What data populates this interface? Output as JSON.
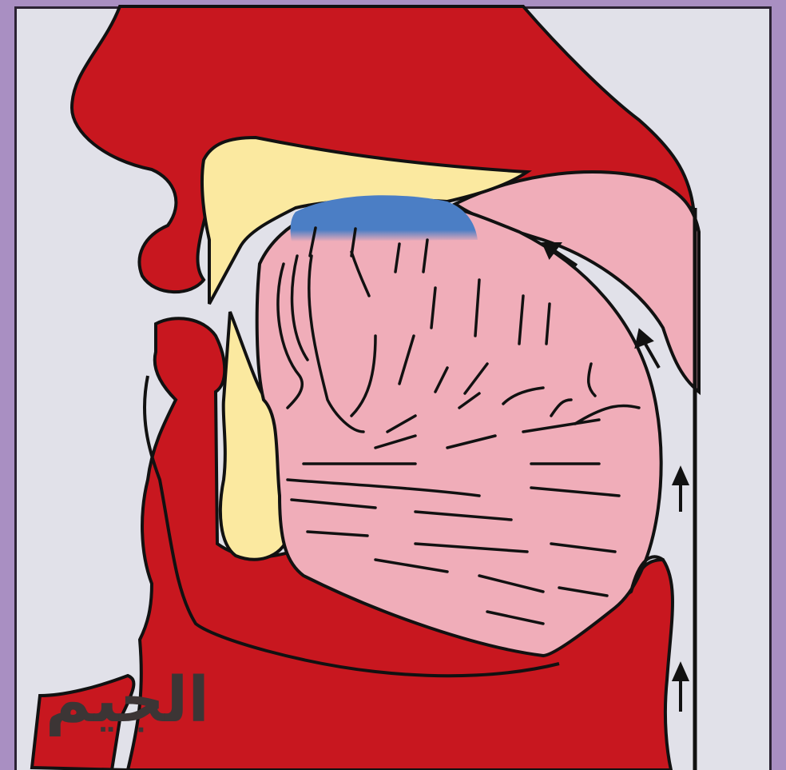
{
  "caption": "الجيم",
  "colors": {
    "background": "#e1e1e9",
    "border": "#a98fc2",
    "flesh": "#c8171f",
    "bone": "#fbe9a0",
    "tongue": "#f0adb9",
    "contact_region": "#4b7ec5",
    "outline": "#111111"
  },
  "arrows": [
    "airflow-arrow",
    "airflow-arrow",
    "airflow-arrow",
    "airflow-arrow"
  ]
}
